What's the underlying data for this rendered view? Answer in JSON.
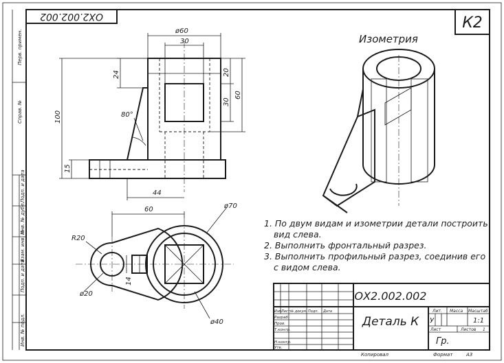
{
  "drawing": {
    "variant": "К2",
    "code_top_rotated": "ОХ2.002.002",
    "isometry_title": "Изометрия",
    "tasks": [
      "1. По двум видам и изометрии детали построить",
      "вид слева.",
      "2. Выполнить фронтальный разрез.",
      "3. Выполнить профильный разрез, соединив его",
      "с видом слева."
    ],
    "dimensions": {
      "d60_top": "ø60",
      "w30": "30",
      "d24": "24",
      "d20": "20",
      "d30_right": "30",
      "d60_right": "60",
      "d100": "100",
      "d15": "15",
      "a80": "80°",
      "d44": "44",
      "d60_plan": "60",
      "d70": "ø70",
      "r20": "R20",
      "d14": "14",
      "d20_hole": "ø20",
      "d40": "ø40"
    },
    "side_strip": [
      "Перв. примен.",
      "Справ. №",
      "Подп. и дата",
      "Инв. № дубл.",
      "Взам. инв. №",
      "Подп. и дата",
      "Инв. № подл."
    ],
    "title_block": {
      "doc_code": "ОХ2.002.002",
      "part_name": "Деталь К",
      "col_headers": [
        "Изм.",
        "Лист",
        "№ докум.",
        "Подп.",
        "Дата"
      ],
      "row_labels": [
        "Разраб.",
        "Пров.",
        "Т.контр.",
        "",
        "Н.контр.",
        "Утв."
      ],
      "lit": "Лит.",
      "mass": "Масса",
      "scale": "Масштаб",
      "lit_value": "У",
      "scale_value": "1:1",
      "sheet": "Лист",
      "sheets": "Листов",
      "sheets_value": "1",
      "group": "Гр."
    },
    "footer": {
      "copied": "Копировал",
      "format": "Формат",
      "format_value": "А3"
    }
  }
}
